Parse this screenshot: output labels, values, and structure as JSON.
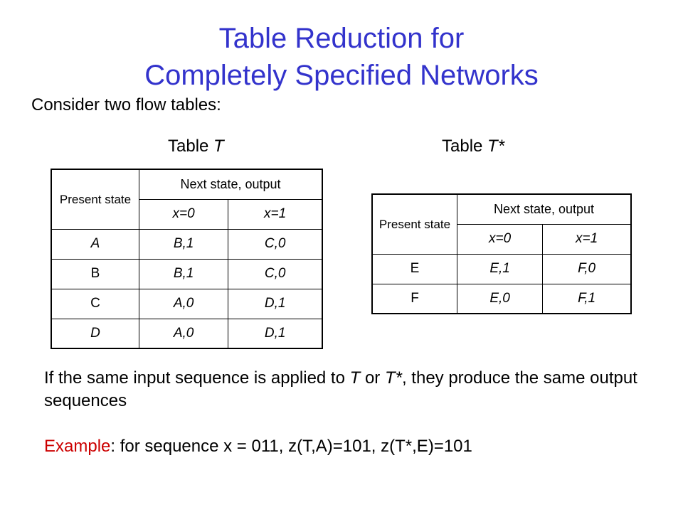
{
  "slide": {
    "title_line1": "Table Reduction for",
    "title_line2": "Completely Specified Networks",
    "intro": "Consider two flow tables:"
  },
  "table_t": {
    "caption_prefix": "Table ",
    "caption_name": "T",
    "header_present": "Present state",
    "header_next": "Next state, output",
    "col_x0": "x=0",
    "col_x1": "x=1",
    "rows": [
      {
        "state": "A",
        "x0": "B,1",
        "x1": "C,0"
      },
      {
        "state": "B",
        "x0": "B,1",
        "x1": "C,0"
      },
      {
        "state": "C",
        "x0": "A,0",
        "x1": "D,1"
      },
      {
        "state": "D",
        "x0": "A,0",
        "x1": "D,1"
      }
    ]
  },
  "table_tstar": {
    "caption_prefix": "Table ",
    "caption_name": "T*",
    "header_present": "Present state",
    "header_next": "Next state, output",
    "col_x0": "x=0",
    "col_x1": "x=1",
    "rows": [
      {
        "state": "E",
        "x0": "E,1",
        "x1": "F,0"
      },
      {
        "state": "F",
        "x0": "E,0",
        "x1": "F,1"
      }
    ]
  },
  "statement": {
    "p1": "If the same input sequence is applied to ",
    "t": "T",
    "p2": " or ",
    "tstar": "T*",
    "p3": ", they produce the same output sequences"
  },
  "example": {
    "label": "Example",
    "text": ": for sequence x = 011, z(T,A)=101, z(T*,E)=101"
  },
  "colors": {
    "title": "#3333cc",
    "example_label": "#cc0000"
  }
}
